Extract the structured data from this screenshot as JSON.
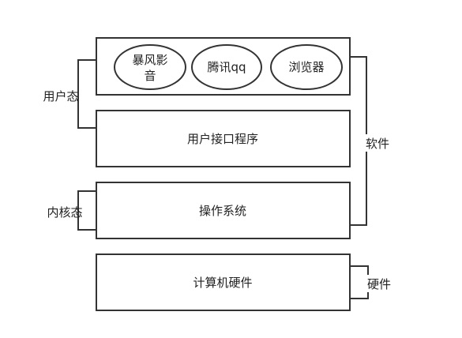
{
  "apps": [
    {
      "line1": "暴风影",
      "line2": "音"
    },
    {
      "label": "腾讯qq"
    },
    {
      "label": "浏览器"
    }
  ],
  "layers": {
    "user_interface": "用户接口程序",
    "os": "操作系统",
    "hardware": "计算机硬件"
  },
  "brackets": {
    "user_mode": "用户态",
    "kernel_mode": "内核态",
    "software": "软件",
    "hardware": "硬件"
  }
}
